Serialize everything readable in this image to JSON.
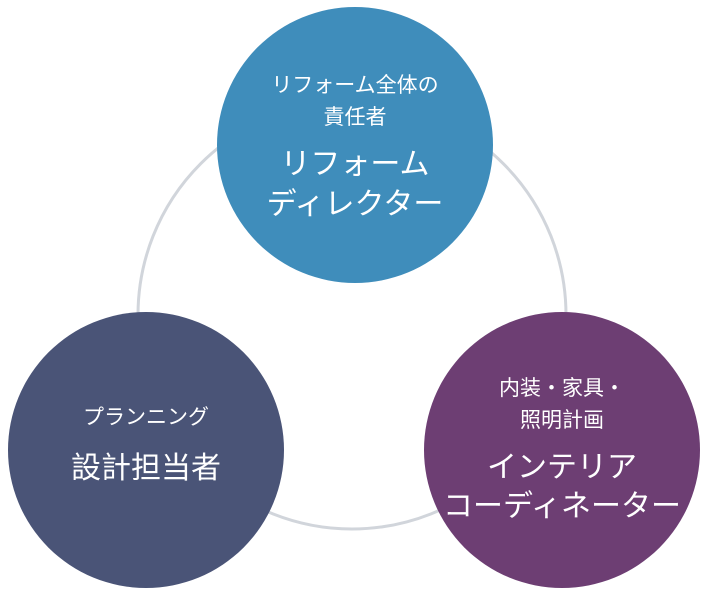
{
  "colors": {
    "ring": "#d1d5db",
    "top_circle": "#3f8dbb",
    "left_circle": "#4a5477",
    "right_circle": "#6d3e73",
    "text": "#ffffff"
  },
  "nodes": {
    "top": {
      "caption_line1": "リフォーム全体の",
      "caption_line2": "責任者",
      "title_line1": "リフォーム",
      "title_line2": "ディレクター"
    },
    "left": {
      "caption_line1": "プランニング",
      "title_line1": "設計担当者"
    },
    "right": {
      "caption_line1": "内装・家具・",
      "caption_line2": "照明計画",
      "title_line1": "インテリア",
      "title_line2": "コーディネーター"
    }
  }
}
